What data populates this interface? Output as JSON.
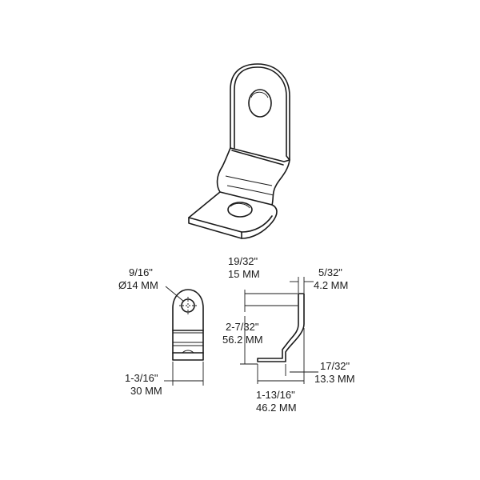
{
  "iso_view": {},
  "front_view": {
    "hole_dim_in": "9/16\"",
    "hole_dim_mm": "Ø14 MM",
    "width_dim_in": "1-3/16\"",
    "width_dim_mm": "30 MM"
  },
  "side_view": {
    "top_offset_in": "19/32\"",
    "top_offset_mm": "15 MM",
    "thickness_in": "5/32\"",
    "thickness_mm": "4.2 MM",
    "height_in": "2-7/32\"",
    "height_mm": "56.2 MM",
    "foot_in": "17/32\"",
    "foot_mm": "13.3 MM",
    "length_in": "1-13/16\"",
    "length_mm": "46.2 MM"
  }
}
